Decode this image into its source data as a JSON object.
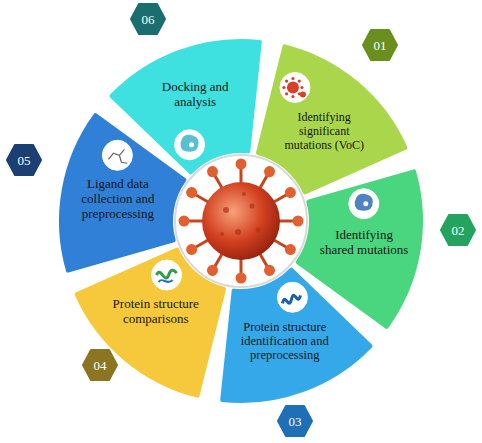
{
  "diagram": {
    "nodes": [
      {
        "text": [
          "01"
        ]
      },
      {
        "text": [
          "Identifying significant mutations (VoC)"
        ]
      },
      {
        "text": [
          "02"
        ]
      },
      {
        "text": [
          "Identifying shared mutations"
        ]
      },
      {
        "text": [
          "03"
        ]
      },
      {
        "text": [
          "Protein structure identification and preprocessing"
        ]
      },
      {
        "text": [
          "04"
        ]
      },
      {
        "text": [
          "Protein structure comparisons"
        ]
      },
      {
        "text": [
          "05"
        ]
      },
      {
        "text": [
          "Ligand data collection and preprocessing"
        ]
      },
      {
        "text": [
          "06"
        ]
      },
      {
        "text": [
          "Docking and analysis"
        ]
      }
    ]
  }
}
